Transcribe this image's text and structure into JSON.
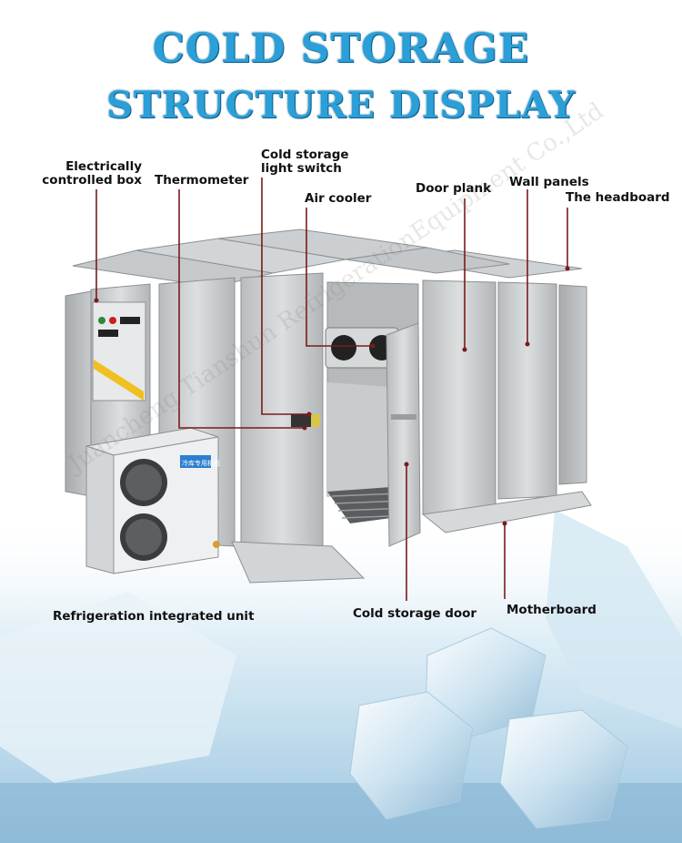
{
  "title": {
    "line1": "COLD STORAGE",
    "line2": "STRUCTURE DISPLAY"
  },
  "labels": {
    "electrically_controlled_box_l1": "Electrically",
    "electrically_controlled_box_l2": "controlled box",
    "thermometer": "Thermometer",
    "light_switch_l1": "Cold storage",
    "light_switch_l2": "light switch",
    "air_cooler": "Air cooler",
    "door_plank": "Door plank",
    "wall_panels": "Wall panels",
    "headboard": "The headboard",
    "refrigeration_unit": "Refrigeration integrated unit",
    "cold_storage_door": "Cold storage door",
    "motherboard": "Motherboard"
  },
  "unit_text": "冷库专用机组",
  "watermark": "Juancheng Tianshun RefrigerationEquipment Co.,Ltd",
  "colors": {
    "title": "#2b9fd8",
    "leader_line": "#7a1a1a",
    "panel": "#c9ccce",
    "ice": "#cfe6f3"
  }
}
